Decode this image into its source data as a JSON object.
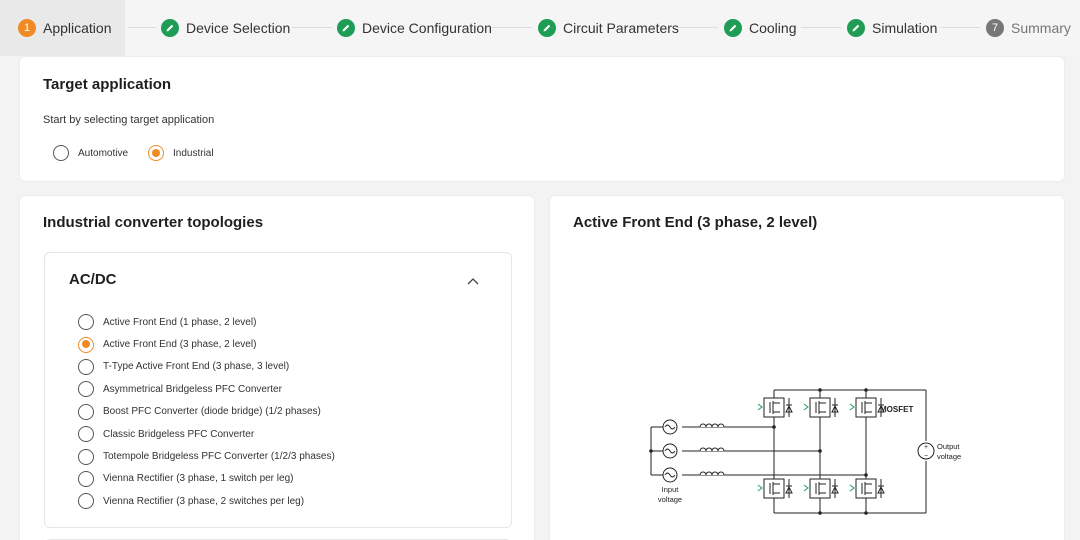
{
  "stepper": {
    "steps": [
      {
        "number": "1",
        "label": "Application"
      },
      {
        "number": "",
        "label": "Device Selection"
      },
      {
        "number": "",
        "label": "Device Configuration"
      },
      {
        "number": "",
        "label": "Circuit Parameters"
      },
      {
        "number": "",
        "label": "Cooling"
      },
      {
        "number": "",
        "label": "Simulation"
      },
      {
        "number": "7",
        "label": "Summary"
      }
    ]
  },
  "target": {
    "title": "Target application",
    "subtitle": "Start by selecting target application",
    "options": [
      "Automotive",
      "Industrial"
    ],
    "selected": "Industrial"
  },
  "topologies": {
    "title": "Industrial converter topologies",
    "group_title": "AC/DC",
    "items": [
      "Active Front End (1 phase, 2 level)",
      "Active Front End (3 phase, 2 level)",
      "T-Type Active Front End (3 phase, 3 level)",
      "Asymmetrical Bridgeless PFC Converter",
      "Boost PFC Converter (diode bridge) (1/2 phases)",
      "Classic Bridgeless PFC Converter",
      "Totempole Bridgeless PFC Converter (1/2/3 phases)",
      "Vienna Rectifier (3 phase, 1 switch per leg)",
      "Vienna Rectifier (3 phase, 2 switches per leg)"
    ],
    "selected_index": 1
  },
  "preview": {
    "title": "Active Front End (3 phase, 2 level)",
    "diagram": {
      "mosfet_label": "MOSFET",
      "output_label_1": "Output",
      "output_label_2": "voltage",
      "input_label_1": "Input",
      "input_label_2": "voltage"
    }
  },
  "colors": {
    "accent": "#f08a24",
    "done": "#1f9d55",
    "pending": "#777777"
  },
  "icons": {
    "done_step": "pencil-icon",
    "collapse": "chevron-up-icon"
  }
}
